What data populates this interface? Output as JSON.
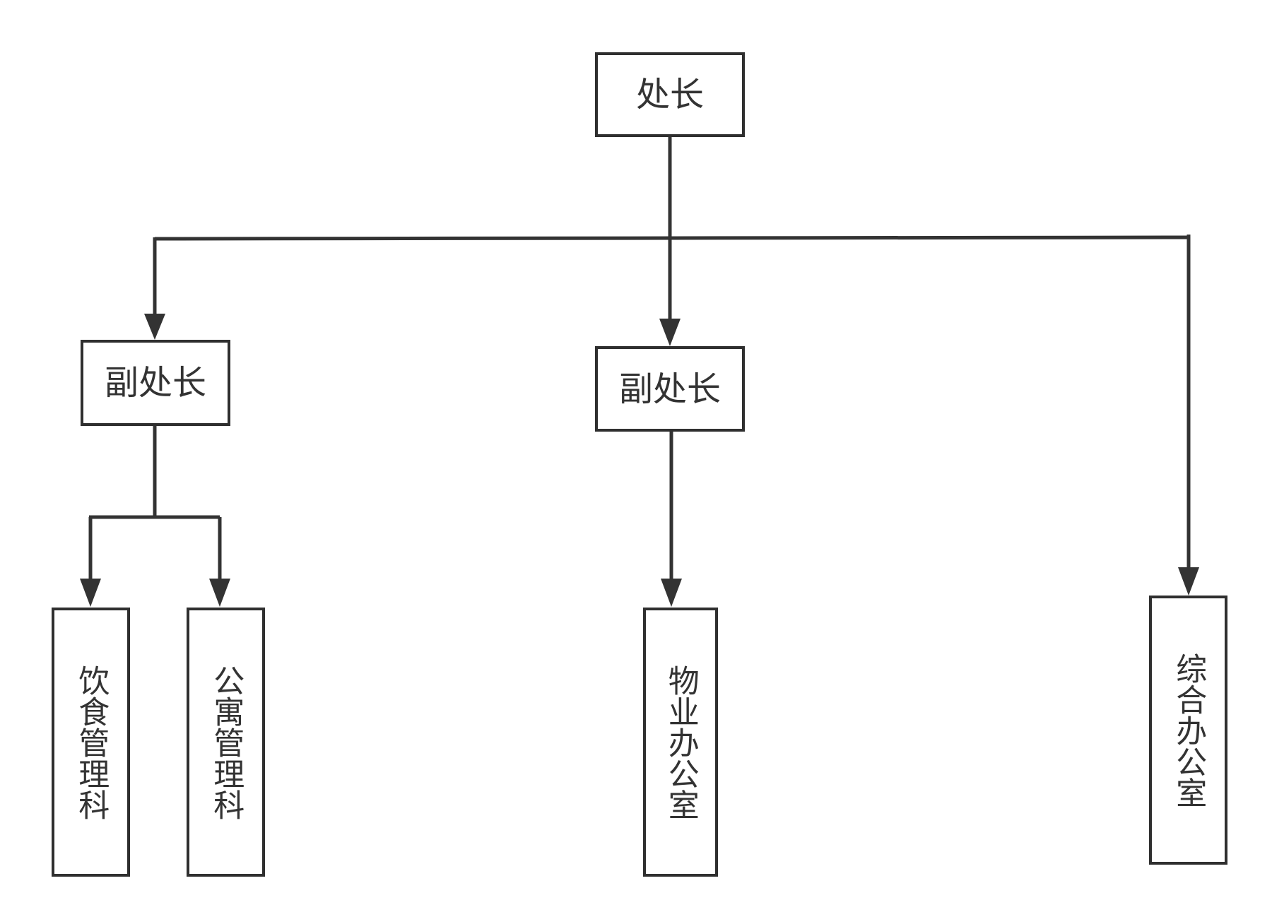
{
  "diagram": {
    "nodes": {
      "director": {
        "label": "处长"
      },
      "deputy_left": {
        "label": "副处长"
      },
      "deputy_mid": {
        "label": "副处长"
      },
      "food_mgmt": {
        "label": "饮食管理科"
      },
      "apartment_mgmt": {
        "label": "公寓管理科"
      },
      "property_office": {
        "label": "物业办公室"
      },
      "general_office": {
        "label": "综合办公室"
      }
    },
    "edges": [
      {
        "from": "director",
        "to": "deputy_left"
      },
      {
        "from": "director",
        "to": "deputy_mid"
      },
      {
        "from": "director",
        "to": "general_office"
      },
      {
        "from": "deputy_left",
        "to": "food_mgmt"
      },
      {
        "from": "deputy_left",
        "to": "apartment_mgmt"
      },
      {
        "from": "deputy_mid",
        "to": "property_office"
      }
    ],
    "colors": {
      "line": "#333333",
      "text": "#333333",
      "background": "#ffffff"
    }
  }
}
